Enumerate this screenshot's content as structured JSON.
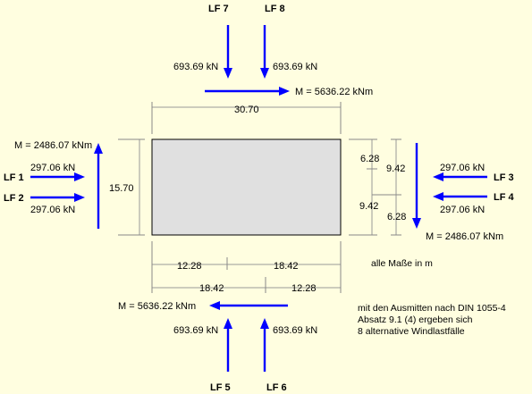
{
  "colors": {
    "background": "#fffee0",
    "load": "#0000ff",
    "foundation_fill": "#e0e0e0",
    "dimension": "#999999"
  },
  "load_cases": {
    "lf7": "LF 7",
    "lf8": "LF 8",
    "lf1": "LF 1",
    "lf2": "LF 2",
    "lf3": "LF 3",
    "lf4": "LF 4",
    "lf5": "LF 5",
    "lf6": "LF 6"
  },
  "forces": {
    "top_left": "693.69 kN",
    "top_right": "693.69 kN",
    "bottom_left": "693.69 kN",
    "bottom_right": "693.69 kN",
    "left_1": "297.06 kN",
    "left_2": "297.06 kN",
    "right_3": "297.06 kN",
    "right_4": "297.06 kN"
  },
  "moments": {
    "top": "M = 5636.22 kNm",
    "bottom": "M = 5636.22 kNm",
    "left": "M = 2486.07 kNm",
    "right": "M = 2486.07 kNm"
  },
  "dimensions": {
    "width": "30.70",
    "height": "15.70",
    "right_upper_outer": "6.28",
    "right_upper_inner": "9.42",
    "right_lower_inner": "9.42",
    "right_lower_outer": "6.28",
    "bottom_row1_left": "12.28",
    "bottom_row1_right": "18.42",
    "bottom_row2_left": "18.42",
    "bottom_row2_right": "12.28"
  },
  "notes": {
    "units": "alle Maße in m",
    "line1": "mit den Ausmitten nach DIN 1055-4",
    "line2": "Absatz 9.1 (4) ergeben sich",
    "line3": "8 alternative Windlastfälle"
  }
}
